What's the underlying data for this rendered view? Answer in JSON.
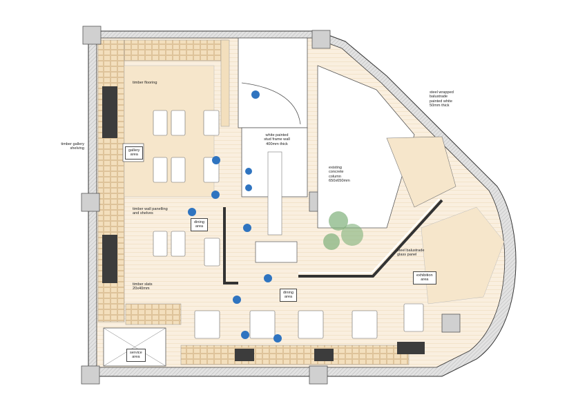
{
  "labels": {
    "timber_flooring": "timber flooring",
    "timber_gallery_shelving": "timber gallery\nshelving",
    "gallery_area": "gallery\narea",
    "timber_wall_panelling": "timber wall panelling\nand shelves",
    "dining_area_west": "dining\narea",
    "timber_slats": "timber slats\n20x40mm",
    "white_painted_stud": "white painted\nstud frame wall\n400mm thick",
    "existing_column": "existing\nconcrete\ncolumn\n650x650mm",
    "steel_wrapped_balustrade": "steel wrapped\nbalustrade\npainted white\n50mm thick",
    "steel_balustrade_glass": "steel balustrade\nglass panel",
    "exhibition_area": "exhibition\narea",
    "dining_area_south": "dining\narea",
    "service_area": "service\narea"
  },
  "colors": {
    "wall_fill": "#d8d8d8",
    "timber": "#f6e6cb",
    "floor_wood": "#faefdf",
    "dark_panel": "#3c3c3c",
    "chair_blue": "#2f74c0",
    "greenery": "#7fb07a",
    "line": "#333333"
  }
}
